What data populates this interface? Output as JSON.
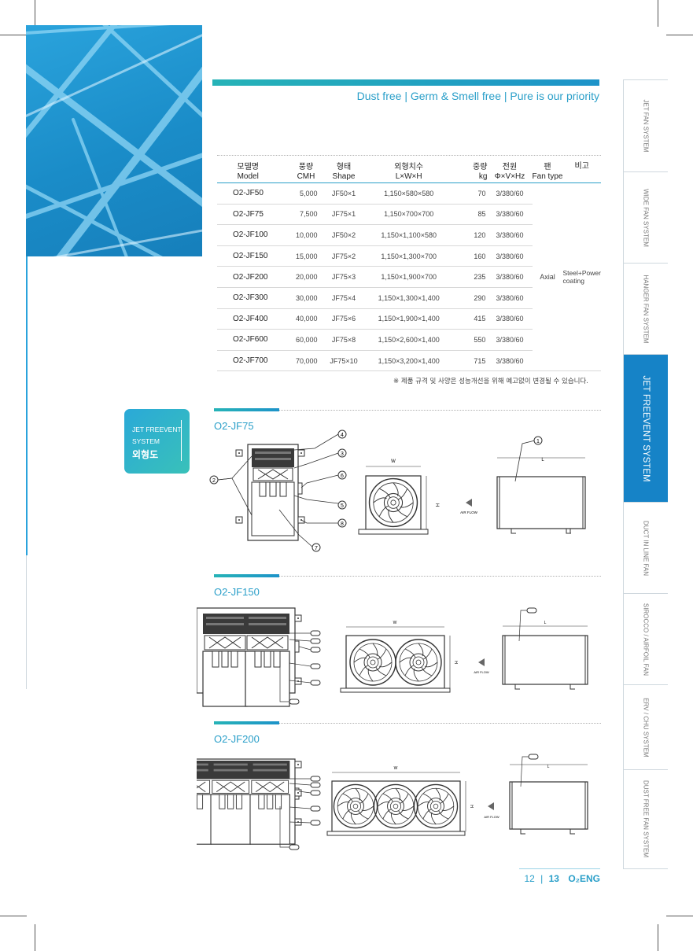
{
  "slogan": "Dust free | Germ & Smell free | Pure is our priority",
  "table": {
    "headers": [
      {
        "ko": "모델명",
        "en": "Model"
      },
      {
        "ko": "풍량",
        "en": "CMH"
      },
      {
        "ko": "형태",
        "en": "Shape"
      },
      {
        "ko": "외형치수",
        "en": "L×W×H"
      },
      {
        "ko": "중량",
        "en": "kg"
      },
      {
        "ko": "전원",
        "en": "Φ×V×Hz"
      },
      {
        "ko": "팬",
        "en": "Fan type"
      },
      {
        "ko": "비고",
        "en": ""
      }
    ],
    "rows": [
      {
        "model": "O2-JF50",
        "cmh": "5,000",
        "shape": "JF50×1",
        "dims": "1,150×580×580",
        "kg": "70",
        "power": "3/380/60"
      },
      {
        "model": "O2-JF75",
        "cmh": "7,500",
        "shape": "JF75×1",
        "dims": "1,150×700×700",
        "kg": "85",
        "power": "3/380/60"
      },
      {
        "model": "O2-JF100",
        "cmh": "10,000",
        "shape": "JF50×2",
        "dims": "1,150×1,100×580",
        "kg": "120",
        "power": "3/380/60"
      },
      {
        "model": "O2-JF150",
        "cmh": "15,000",
        "shape": "JF75×2",
        "dims": "1,150×1,300×700",
        "kg": "160",
        "power": "3/380/60"
      },
      {
        "model": "O2-JF200",
        "cmh": "20,000",
        "shape": "JF75×3",
        "dims": "1,150×1,900×700",
        "kg": "235",
        "power": "3/380/60"
      },
      {
        "model": "O2-JF300",
        "cmh": "30,000",
        "shape": "JF75×4",
        "dims": "1,150×1,300×1,400",
        "kg": "290",
        "power": "3/380/60"
      },
      {
        "model": "O2-JF400",
        "cmh": "40,000",
        "shape": "JF75×6",
        "dims": "1,150×1,900×1,400",
        "kg": "415",
        "power": "3/380/60"
      },
      {
        "model": "O2-JF600",
        "cmh": "60,000",
        "shape": "JF75×8",
        "dims": "1,150×2,600×1,400",
        "kg": "550",
        "power": "3/380/60"
      },
      {
        "model": "O2-JF700",
        "cmh": "70,000",
        "shape": "JF75×10",
        "dims": "1,150×3,200×1,400",
        "kg": "715",
        "power": "3/380/60"
      }
    ],
    "fan_type": "Axial",
    "remark_line1": "Steel+Power",
    "remark_line2": "coating"
  },
  "note": "※ 제품 규격 및 사양은 성능개선을 위해 예고없이 변경될 수 있습니다.",
  "badge": {
    "line1": "JET FREEVENT",
    "line2": "SYSTEM",
    "title": "외형도"
  },
  "sections": [
    {
      "title": "O2-JF75"
    },
    {
      "title": "O2-JF150"
    },
    {
      "title": "O2-JF200"
    }
  ],
  "drawing_labels": {
    "w": "W",
    "h": "H",
    "l": "L",
    "airflow": "AIR FLOW",
    "callouts": [
      "1",
      "2",
      "3",
      "4",
      "5",
      "6",
      "7",
      "8"
    ]
  },
  "sidebar": [
    {
      "label": "JET FAN SYSTEM",
      "active": false
    },
    {
      "label": "WIDE FAN SYSTEM",
      "active": false
    },
    {
      "label": "HANGER FAN SYSTEM",
      "active": false
    },
    {
      "label": "JET FREEVENT SYSTEM",
      "active": true
    },
    {
      "label": "DUCT IN LINE FAN",
      "active": false
    },
    {
      "label": "SIROCCO / AIRFOIL FAN",
      "active": false
    },
    {
      "label": "ERV / CHU SYSTEM",
      "active": false
    },
    {
      "label": "DUST FREE FAN SYSTEM",
      "active": false
    }
  ],
  "footer": {
    "page_left": "12",
    "page_right": "13",
    "brand": "O₂ENG"
  },
  "colors": {
    "accent": "#2a9fc9",
    "active_tab": "#1683c7",
    "teal": "#26b3b7"
  }
}
